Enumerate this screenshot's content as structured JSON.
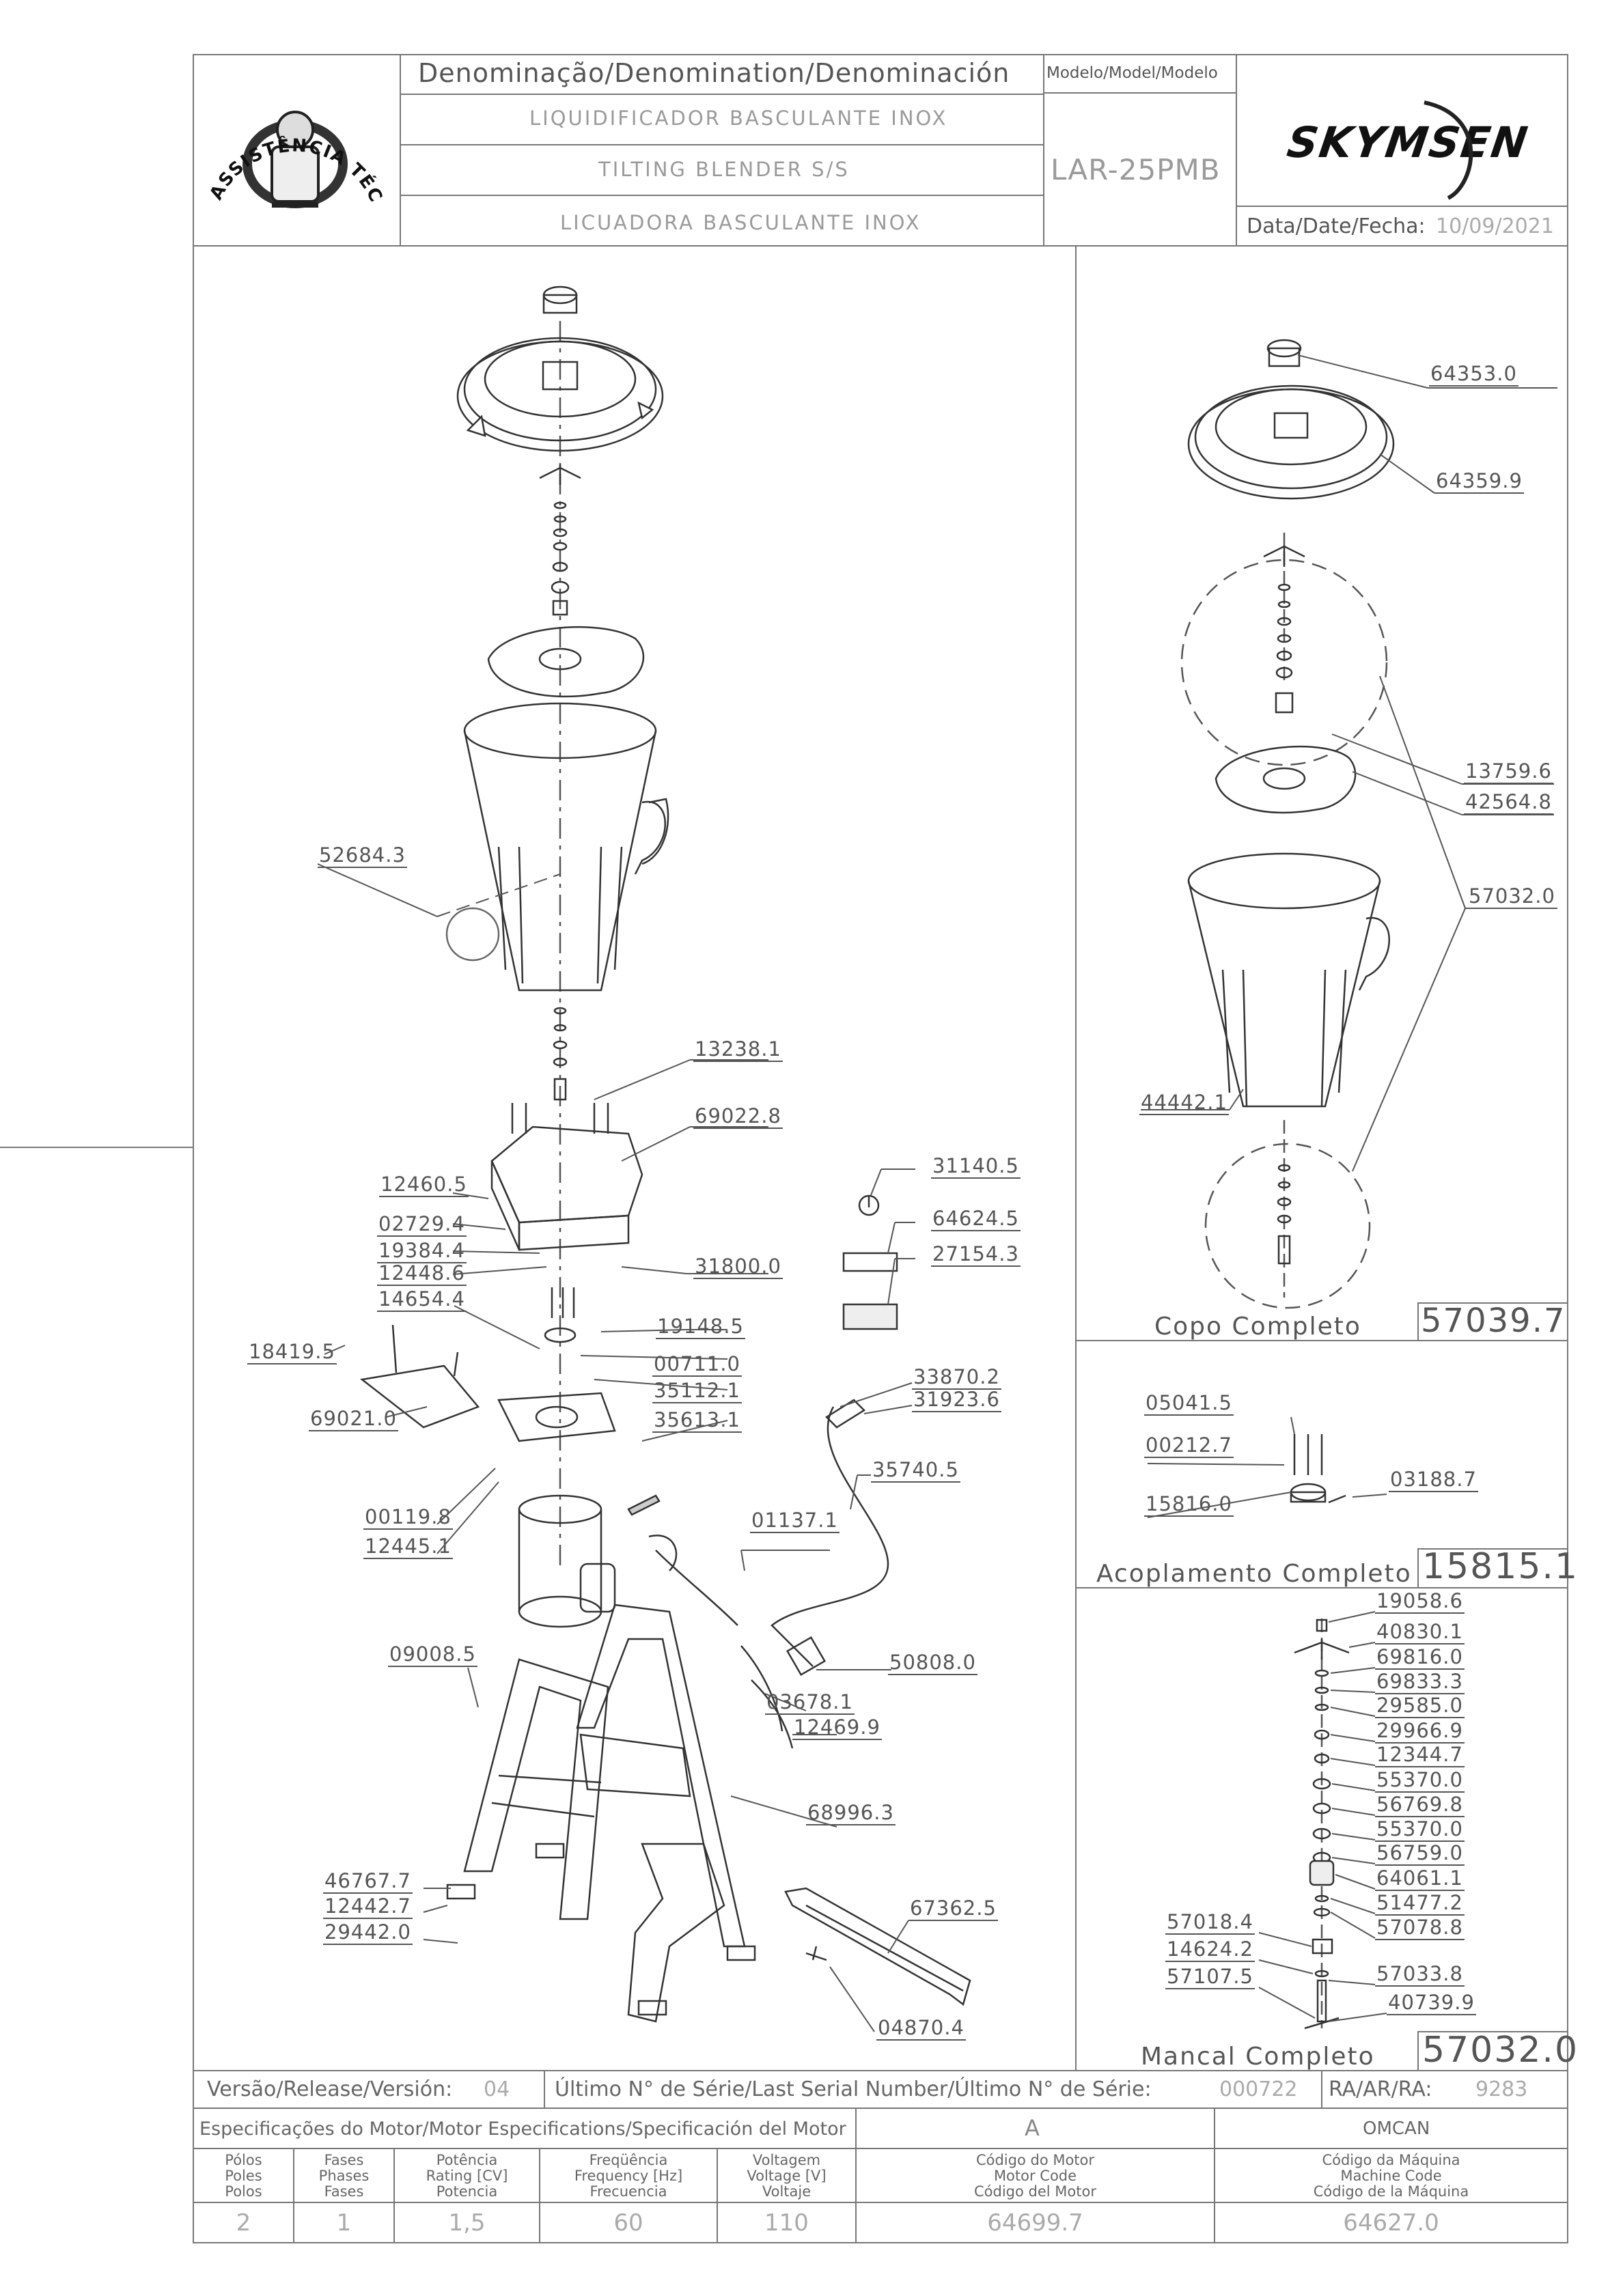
{
  "header": {
    "denomination_label": "Denominação/Denomination/Denominación",
    "name_pt": "LIQUIDIFICADOR BASCULANTE INOX",
    "name_en": "TILTING BLENDER S/S",
    "name_es": "LICUADORA BASCULANTE INOX",
    "model_label": "Modelo/Model/Modelo",
    "model_value": "LAR-25PMB",
    "date_label": "Data/Date/Fecha:",
    "date_value": "10/09/2021",
    "brand": "SKYMSEN",
    "seal_text": "ASSISTÊNCIA TÉCNICA AUTORIZADA"
  },
  "main_parts": [
    {
      "id": "p1",
      "label": "52684.3"
    },
    {
      "id": "p2",
      "label": "13238.1"
    },
    {
      "id": "p3",
      "label": "69022.8"
    },
    {
      "id": "p4",
      "label": "12460.5"
    },
    {
      "id": "p5",
      "label": "02729.4"
    },
    {
      "id": "p6",
      "label": "19384.4"
    },
    {
      "id": "p7",
      "label": "12448.6"
    },
    {
      "id": "p8",
      "label": "31800.0"
    },
    {
      "id": "p9",
      "label": "14654.4"
    },
    {
      "id": "p10",
      "label": "19148.5"
    },
    {
      "id": "p11",
      "label": "18419.5"
    },
    {
      "id": "p12",
      "label": "00711.0"
    },
    {
      "id": "p13",
      "label": "35112.1"
    },
    {
      "id": "p14",
      "label": "69021.0"
    },
    {
      "id": "p15",
      "label": "35613.1"
    },
    {
      "id": "p16",
      "label": "31140.5"
    },
    {
      "id": "p17",
      "label": "64624.5"
    },
    {
      "id": "p18",
      "label": "27154.3"
    },
    {
      "id": "p19",
      "label": "33870.2"
    },
    {
      "id": "p20",
      "label": "31923.6"
    },
    {
      "id": "p21",
      "label": "35740.5"
    },
    {
      "id": "p22",
      "label": "00119.8"
    },
    {
      "id": "p23",
      "label": "12445.1"
    },
    {
      "id": "p24",
      "label": "01137.1"
    },
    {
      "id": "p25",
      "label": "50808.0"
    },
    {
      "id": "p26",
      "label": "09008.5"
    },
    {
      "id": "p27",
      "label": "03678.1"
    },
    {
      "id": "p28",
      "label": "12469.9"
    },
    {
      "id": "p29",
      "label": "68996.3"
    },
    {
      "id": "p30",
      "label": "46767.7"
    },
    {
      "id": "p31",
      "label": "12442.7"
    },
    {
      "id": "p32",
      "label": "29442.0"
    },
    {
      "id": "p33",
      "label": "67362.5"
    },
    {
      "id": "p34",
      "label": "04870.4"
    }
  ],
  "copo": {
    "title": "Copo Completo",
    "code": "57039.7",
    "parts": [
      "64353.0",
      "64359.9",
      "13759.6",
      "42564.8",
      "57032.0",
      "44442.1"
    ]
  },
  "acoplamento": {
    "title": "Acoplamento Completo",
    "code": "15815.1",
    "parts": [
      "05041.5",
      "00212.7",
      "15816.0",
      "03188.7"
    ]
  },
  "mancal": {
    "title": "Mancal Completo",
    "code": "57032.0",
    "parts_right": [
      "19058.6",
      "40830.1",
      "69816.0",
      "69833.3",
      "29585.0",
      "29966.9",
      "12344.7",
      "55370.0",
      "56769.8",
      "55370.0",
      "56759.0",
      "64061.1",
      "51477.2",
      "57078.8",
      "57033.8",
      "40739.9"
    ],
    "parts_left": [
      "57018.4",
      "14624.2",
      "57107.5"
    ]
  },
  "footer": {
    "version_label": "Versão/Release/Versión:",
    "version_value": "04",
    "serial_label": "Último N° de Série/Last Serial Number/Último N° de Série:",
    "serial_value": "000722",
    "ra_label": "RA/AR/RA:",
    "ra_value": "9283",
    "motor_spec_label": "Especificações do Motor/Motor Especifications/Specificación del Motor",
    "motor_letter": "A",
    "maker": "OMCAN",
    "col_poles": "Pólos\nPoles\nPolos",
    "col_phases": "Fases\nPhases\nFases",
    "col_power": "Potência\nRating [CV]\nPotencia",
    "col_freq": "Freqüência\nFrequency [Hz]\nFrecuencia",
    "col_voltage": "Voltagem\nVoltage [V]\nVoltaje",
    "col_motor_code": "Código do Motor\nMotor Code\nCódigo del Motor",
    "col_machine_code": "Código da Máquina\nMachine Code\nCódigo de la Máquina",
    "val_poles": "2",
    "val_phases": "1",
    "val_power": "1,5",
    "val_freq": "60",
    "val_voltage": "110",
    "val_motor_code": "64699.7",
    "val_machine_code": "64627.0"
  }
}
